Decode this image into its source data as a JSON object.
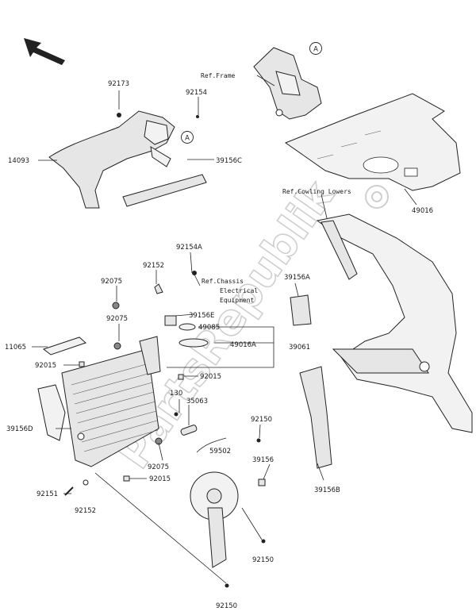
{
  "labels": {
    "ref_frame": "Ref.Frame",
    "callout_a": "A",
    "p92173": "92173",
    "p92154": "92154",
    "p14093": "14093",
    "p39156C": "39156C",
    "ref_cowling": "Ref.Cowling Lowers",
    "p49016": "49016",
    "p92154A": "92154A",
    "p92152_top": "92152",
    "ref_chassis_1": "Ref.Chassis",
    "ref_chassis_2": "Electrical",
    "ref_chassis_3": "Equipment",
    "p92075_top": "92075",
    "p92075_mid": "92075",
    "p39156E": "39156E",
    "p39156A": "39156A",
    "p49085": "49085",
    "p11065": "11065",
    "p49016A": "49016A",
    "p39061": "39061",
    "p92015_left": "92015",
    "p92015_right": "92015",
    "p130": "130",
    "p35063": "35063",
    "p39156D": "39156D",
    "p92150_top": "92150",
    "p59502": "59502",
    "p39156": "39156",
    "p92151": "92151",
    "p92075_bot": "92075",
    "p92015_bot": "92015",
    "p92152_bot": "92152",
    "p39156B": "39156B",
    "p92150_mid": "92150",
    "p92150_bot": "92150"
  },
  "watermark": "PartsRepublik"
}
